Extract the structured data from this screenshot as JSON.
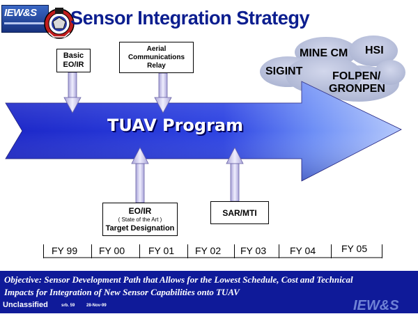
{
  "header": {
    "logo_text": "IEW&S",
    "title": "Sensor Integration Strategy"
  },
  "top_boxes": {
    "basic": [
      "Basic",
      "EO/IR"
    ],
    "aerial": [
      "Aerial",
      "Communications",
      "Relay"
    ]
  },
  "arrow": {
    "label": "TUAV Program",
    "color": "#1f2fd0"
  },
  "cloud": {
    "mine_cm": "MINE CM",
    "hsi": "HSI",
    "sigint": "SIGINT",
    "folpen": "FOLPEN/",
    "gronpen": "GRONPEN"
  },
  "bottom_boxes": {
    "eoir": {
      "title": "EO/IR",
      "note": "( State of the Art )",
      "subtitle": "Target Designation"
    },
    "sar": "SAR/MTI"
  },
  "timeline": [
    "FY 99",
    "FY 00",
    "FY 01",
    "FY 02",
    "FY 03",
    "FY 04",
    "FY 05"
  ],
  "objective": {
    "line1": "Objective:  Sensor Development Path that Allows for the Lowest Schedule, Cost and Technical",
    "line2": "Impacts for Integration of New Sensor Capabilities onto TUAV"
  },
  "footer": {
    "classification": "Unclassified",
    "ref": "srb. 59",
    "date": "28-Nov-99",
    "logo": "IEW&S"
  }
}
